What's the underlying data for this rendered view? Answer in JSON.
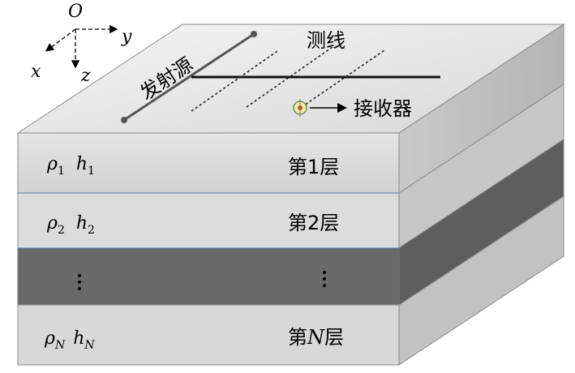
{
  "axes": {
    "origin": "O",
    "x": "x",
    "y": "y",
    "z": "z"
  },
  "labels": {
    "source": "发射源",
    "survey_line": "测线",
    "receiver": "接收器"
  },
  "layers": [
    {
      "name": "第1层",
      "rho": "ρ",
      "rho_sub": "1",
      "h": "h",
      "h_sub": "1",
      "ellipsis": false
    },
    {
      "name": "第2层",
      "rho": "ρ",
      "rho_sub": "2",
      "h": "h",
      "h_sub": "2",
      "ellipsis": false
    },
    {
      "name": "",
      "rho": "",
      "rho_sub": "",
      "h": "",
      "h_sub": "",
      "ellipsis": true
    },
    {
      "name_prefix": "第",
      "name_italic": "N",
      "name_suffix": "层",
      "rho": "ρ",
      "rho_sub": "N",
      "h": "h",
      "h_sub": "N",
      "ellipsis": false
    }
  ],
  "colors": {
    "light_front": "#dcdcdc",
    "dark_front": "#6a6a6a",
    "light_side": "#c4c4c4",
    "dark_side": "#5a5a5a",
    "top_face": "#e8e8e8",
    "line": "#000000"
  }
}
